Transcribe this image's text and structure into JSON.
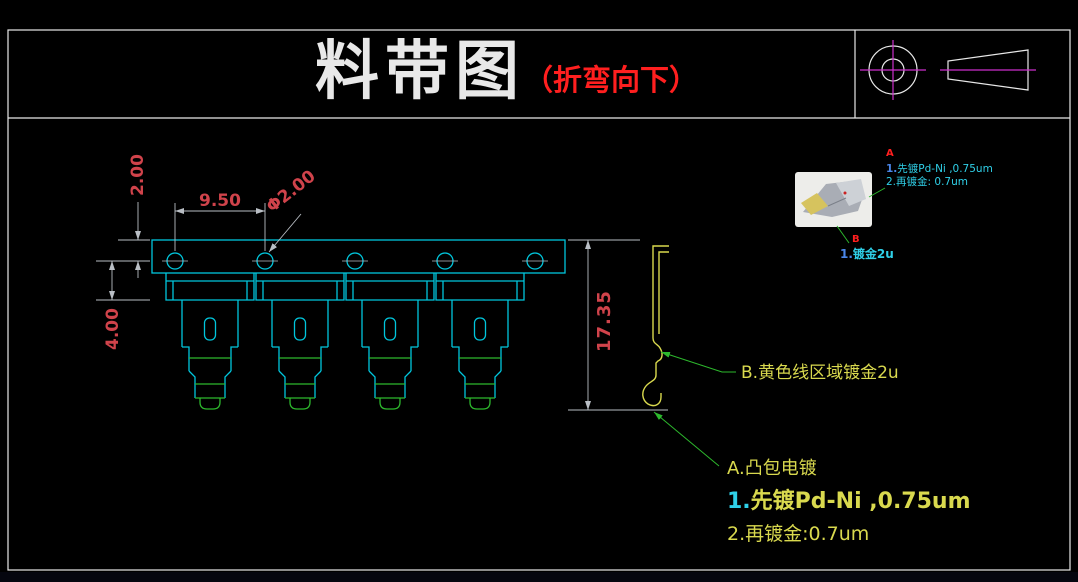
{
  "colors": {
    "bg": "#000000",
    "white": "#e8e8e8",
    "cyan": "#00c6dc",
    "green": "#2db82d",
    "yellow": "#d9d94e",
    "dimred": "#d0434b",
    "titlered": "#ff1f1f",
    "ccyan": "#2fd0e8",
    "blue": "#4a86e8",
    "magenta": "#cc2fcc",
    "dimline": "#b9bec4"
  },
  "title": {
    "main": "料带图",
    "sub": "（折弯向下）"
  },
  "dimensions": {
    "top_margin": "2.00",
    "pitch": "9.50",
    "hole_dia": "Φ2.00",
    "hole_to_shoulder": "4.00",
    "overall_height": "17.35"
  },
  "notes": {
    "b_note": "B.黄色线区域镀金2u",
    "a_note": "A.凸包电镀",
    "a_plating1_num": "1.",
    "a_plating1": "先镀Pd-Ni ,0.75um",
    "a_plating2": "2.再镀金:0.7um"
  },
  "detail": {
    "a_label": "A",
    "line1_num": "1.",
    "line1": "先镀Pd-Ni ,0.75um",
    "line2": "2.再镀金: 0.7um",
    "b_label": "B",
    "b_note_num": "1.",
    "b_note": "镀金2u"
  }
}
